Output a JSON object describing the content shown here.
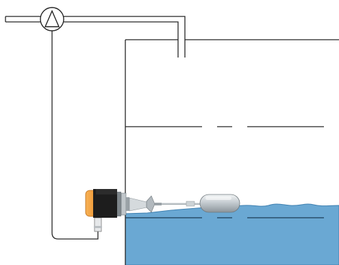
{
  "diagram": {
    "components": [
      {
        "id": "pump",
        "icon": "pump-symbol-icon"
      },
      {
        "id": "tank",
        "icon": "open-tank-icon"
      },
      {
        "id": "float-switch",
        "icon": "float-level-switch-icon"
      },
      {
        "id": "float",
        "icon": "stainless-float-icon"
      }
    ],
    "colors": {
      "line": "#222222",
      "liquid": "#6aa8d3",
      "liquid_edge": "#3d7fb0",
      "switch_head": "#f29a33",
      "switch_body": "#1d1d1d",
      "float_metal": "#c9cfd3"
    }
  }
}
